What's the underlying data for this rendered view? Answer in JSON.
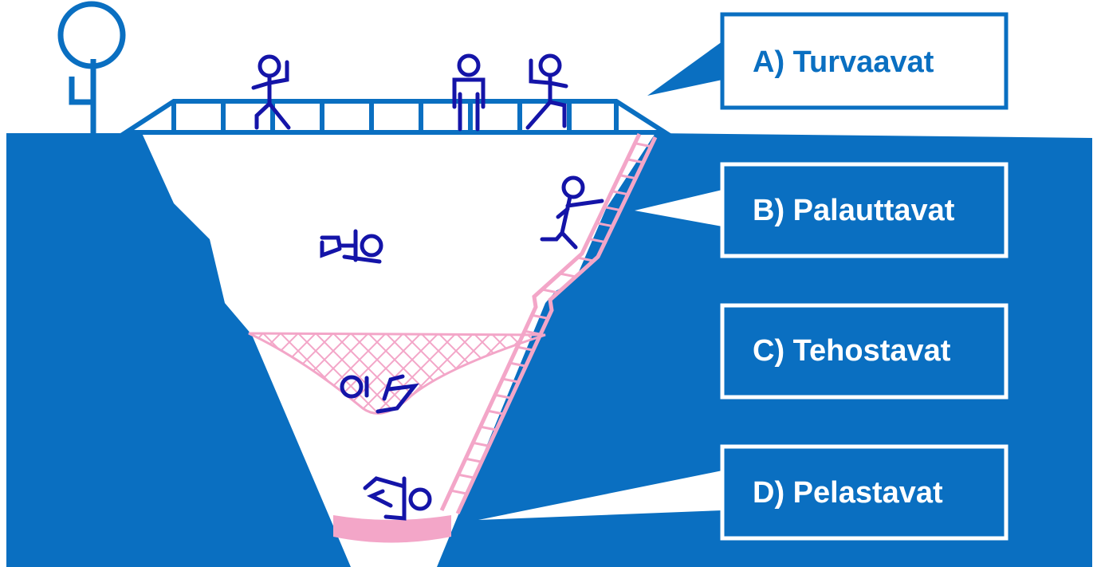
{
  "colors": {
    "blue": "#0a6fc1",
    "dark_blue": "#1414a8",
    "pink": "#f3a6c8",
    "white": "#ffffff"
  },
  "labels": {
    "a": "A) Turvaavat",
    "b": "B) Palauttavat",
    "c": "C) Tehostavat",
    "d": "D) Pelastavat"
  },
  "icons": [
    "tree-icon",
    "bridge-icon",
    "person-icon",
    "ladder-icon",
    "safety-net-icon",
    "landing-pad-icon"
  ]
}
